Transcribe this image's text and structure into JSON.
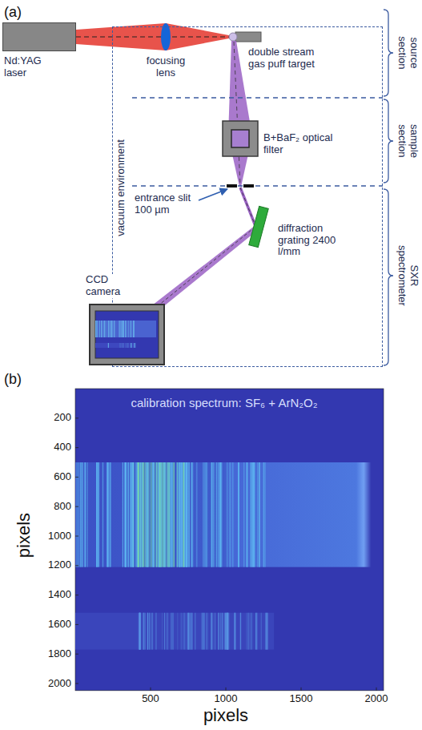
{
  "diagram": {
    "nodes": [
      {
        "text": [
          "Nd:YAG laser"
        ]
      },
      {
        "text": [
          "vacuum environment"
        ]
      },
      {
        "text": [
          "CCD camera"
        ],
        "in": 1
      }
    ],
    "labels": [
      "(a)",
      "focusing lens",
      "double stream gas puff target",
      "source section",
      "sample section",
      "SXR spectrometer",
      "B+BaF₂ optical filter",
      "entrance slit 100 µm",
      "diffraction grating 2400 l/mm",
      "(b)",
      "calibration spectrum: SF₆ + ArN₂O₂",
      "200",
      "400",
      "600",
      "800",
      "1000",
      "1200",
      "1400",
      "1600",
      "1800",
      "2000",
      "pixels",
      "500",
      "1000",
      "1500",
      "2000",
      "pixels"
    ]
  }
}
